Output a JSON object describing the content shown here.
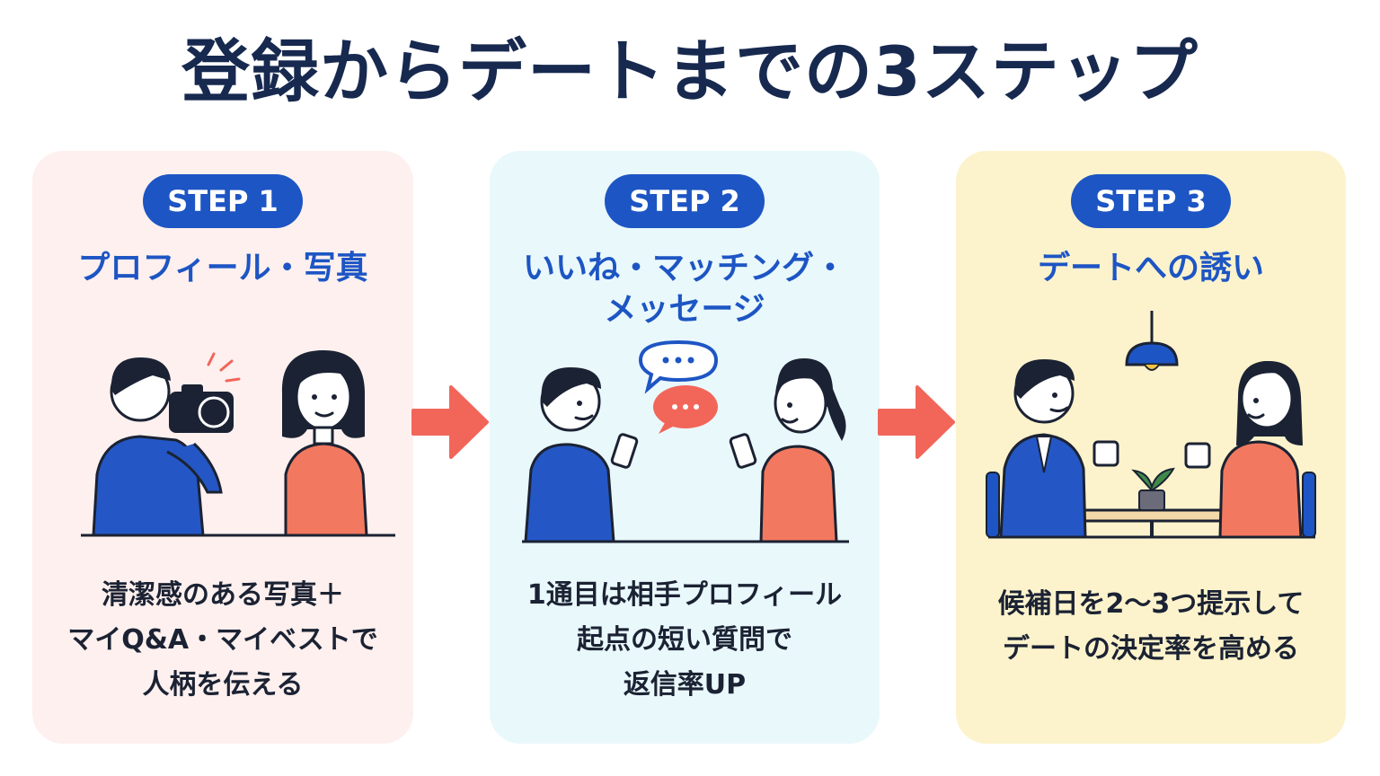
{
  "title": "登録からデートまでの3ステップ",
  "steps": [
    {
      "badge": "STEP 1",
      "heading_lines": [
        "プロフィール・写真"
      ],
      "desc_lines": [
        "清潔感のある写真＋",
        "マイQ&A・マイベストで",
        "人柄を伝える"
      ]
    },
    {
      "badge": "STEP 2",
      "heading_lines": [
        "いいね・マッチング・",
        "メッセージ"
      ],
      "desc_lines": [
        "1通目は相手プロフィール",
        "起点の短い質問で",
        "返信率UP"
      ]
    },
    {
      "badge": "STEP 3",
      "heading_lines": [
        "デートへの誘い"
      ],
      "desc_lines": [
        "候補日を2〜3つ提示して",
        "デートの決定率を高める"
      ]
    }
  ],
  "colors": {
    "accent_blue": "#1d55c4",
    "title_navy": "#17294f",
    "arrow_coral": "#f2665a",
    "card1_bg": "#fdf0ee",
    "card2_bg": "#e9f8fb",
    "card3_bg": "#fcf3cc"
  },
  "icons": {
    "step1": "photographer-with-camera-icon",
    "step2": "chat-bubbles-smartphones-icon",
    "step3": "cafe-date-icon",
    "arrow": "arrow-right-icon"
  }
}
